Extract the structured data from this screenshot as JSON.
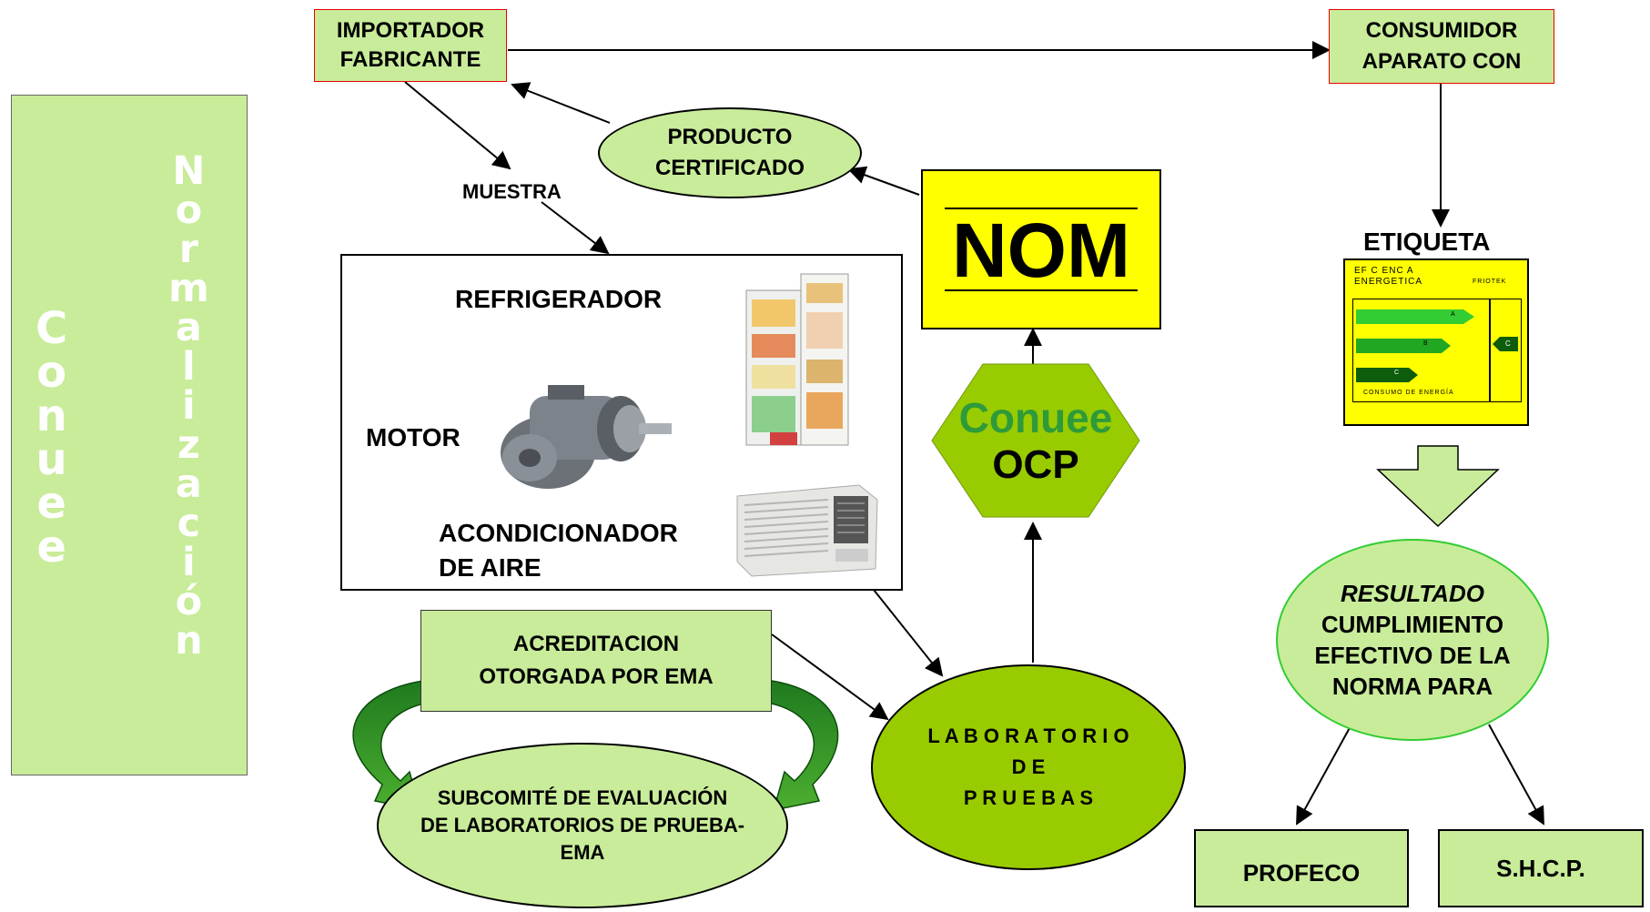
{
  "side_panel": {
    "col1": [
      "C",
      "o",
      "n",
      "u",
      "e",
      "e"
    ],
    "col2": [
      "N",
      "o",
      "r",
      "m",
      "a",
      "l",
      "i",
      "z",
      "a",
      "c",
      "i",
      "ó",
      "n"
    ]
  },
  "boxes": {
    "importador": [
      "IMPORTADOR",
      "FABRICANTE"
    ],
    "consumidor": [
      "CONSUMIDOR",
      "APARATO CON"
    ],
    "muestra": "MUESTRA",
    "producto": [
      "PRODUCTO",
      "CERTIFICADO"
    ],
    "nom": "NOM",
    "etiqueta": "ETIQUETA",
    "ocp_top": "Conuee",
    "ocp_bottom": "OCP",
    "products": {
      "refrigerador": "REFRIGERADOR",
      "motor": "MOTOR",
      "acondicionador": [
        "ACONDICIONADOR",
        "DE AIRE"
      ]
    },
    "acreditacion": [
      "ACREDITACION",
      "OTORGADA POR EMA"
    ],
    "subcomite": [
      "SUBCOMITÉ DE EVALUACIÓN",
      "DE LABORATORIOS DE PRUEBA-",
      "EMA"
    ],
    "laboratorio": [
      "L A B O R A T O R I O",
      "D E",
      "P R U E B A S"
    ],
    "resultado": {
      "title": "RESULTADO",
      "lines": [
        "CUMPLIMIENTO",
        "EFECTIVO DE LA",
        "NORMA PARA"
      ]
    },
    "profeco": "PROFECO",
    "shcp": "S.H.C.P."
  },
  "label_mini": {
    "header": [
      "EF C ENC A",
      "ENERGETICA"
    ],
    "brand": "FRIOTEK",
    "bars": [
      "A",
      "B",
      "C"
    ],
    "marker": "C",
    "footer": "CONSUMO DE ENERGÍA"
  },
  "colors": {
    "light_green": "#c8ec9a",
    "mid_green": "#99cc00",
    "dark_green": "#2f8a2f",
    "yellow": "#ffff00",
    "arrow": "#000000"
  }
}
